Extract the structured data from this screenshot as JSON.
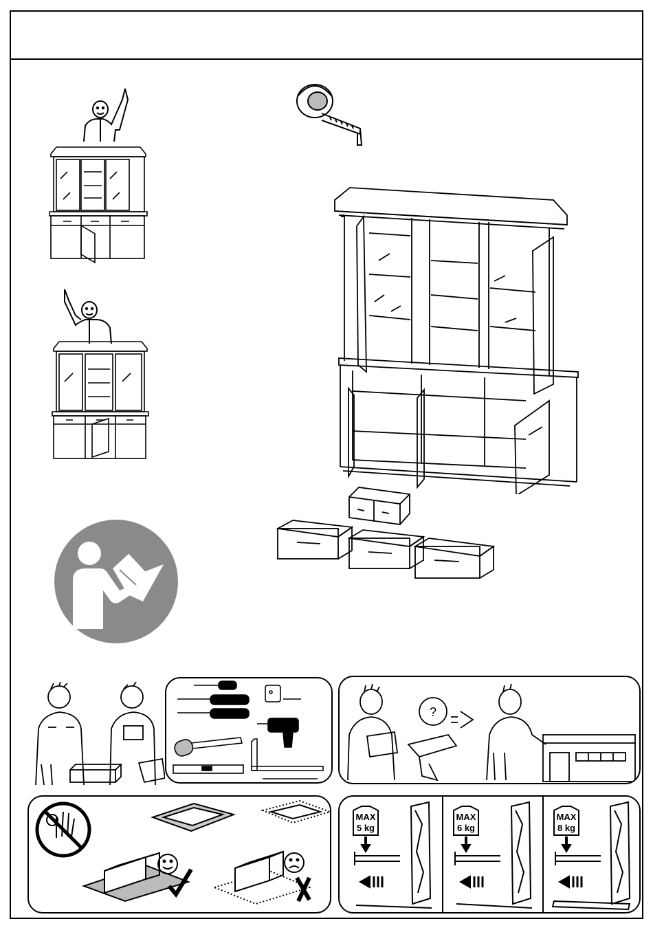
{
  "header": {
    "title": ""
  },
  "weight_limits": [
    {
      "max_label": "MAX",
      "weight": "5 kg"
    },
    {
      "max_label": "MAX",
      "weight": "6 kg"
    },
    {
      "max_label": "MAX",
      "weight": "8 kg"
    }
  ],
  "tips": {
    "question_mark": "?",
    "arrow_glyph": "=>"
  },
  "icons": {
    "read_manual": "read-manual-icon",
    "prohibited_children": "no-children-icon",
    "smiley": "happy-face-icon",
    "frown": "sad-face-icon"
  },
  "colors": {
    "ink": "#000000",
    "pictogram_gray": "#8a8a8a"
  }
}
